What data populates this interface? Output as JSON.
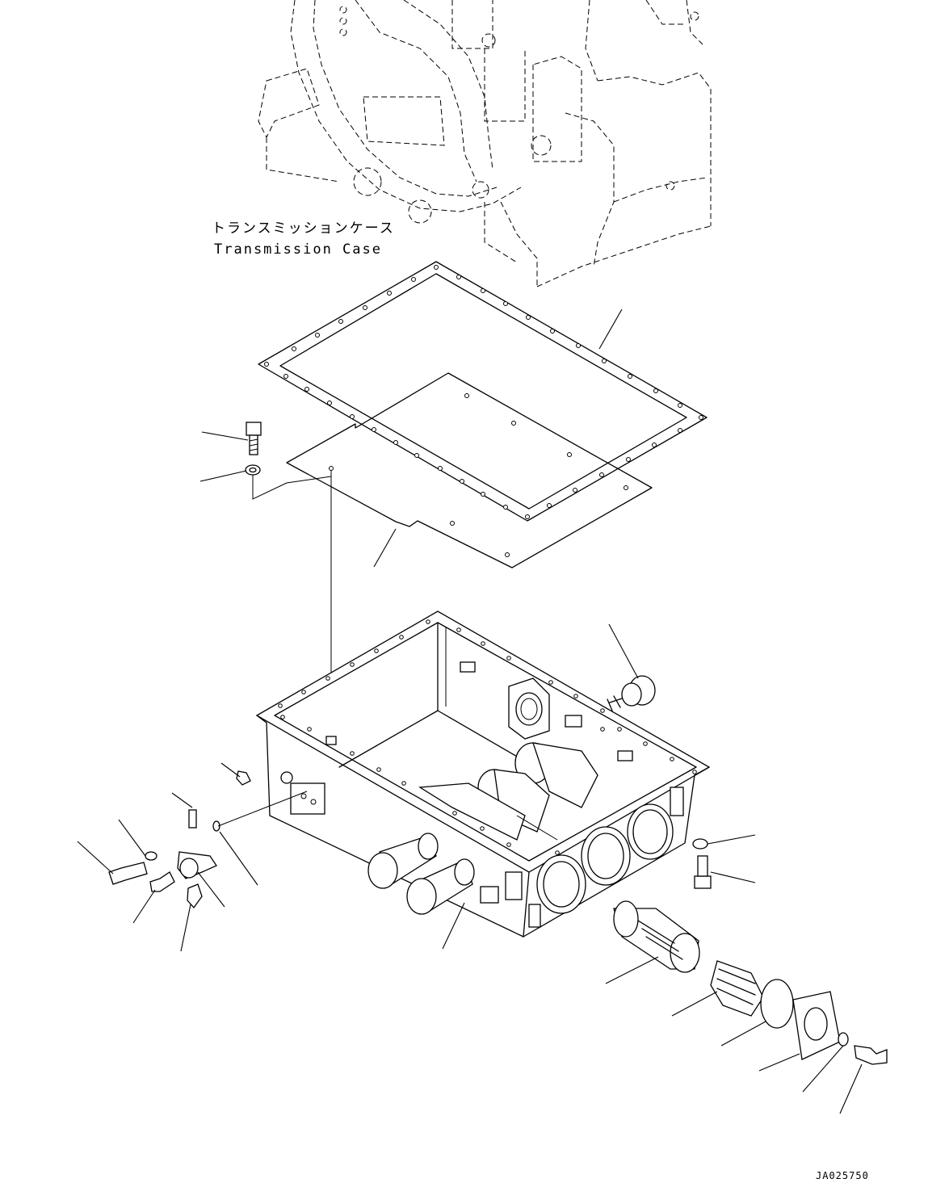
{
  "label_jp": "トランスミッションケース",
  "label_en": "Transmission Case",
  "drawing_ref": "JA025750"
}
